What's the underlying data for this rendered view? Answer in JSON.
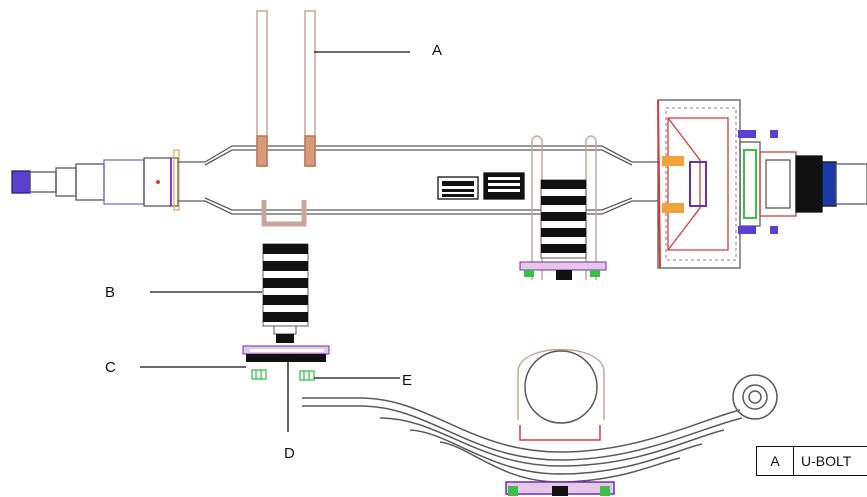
{
  "callouts": {
    "a": "A",
    "b": "B",
    "c": "C",
    "d": "D",
    "e": "E"
  },
  "legend": {
    "letter": "A",
    "name": "U-BOLT"
  },
  "colors": {
    "outline": "#555555",
    "u_bolt_tint": "#c9a59a",
    "hub_red": "#d83a3a",
    "accent_purple": "#6a2fb5",
    "accent_green": "#3cbf4a",
    "accent_orange": "#f2a23a",
    "spring_black": "#111111"
  }
}
